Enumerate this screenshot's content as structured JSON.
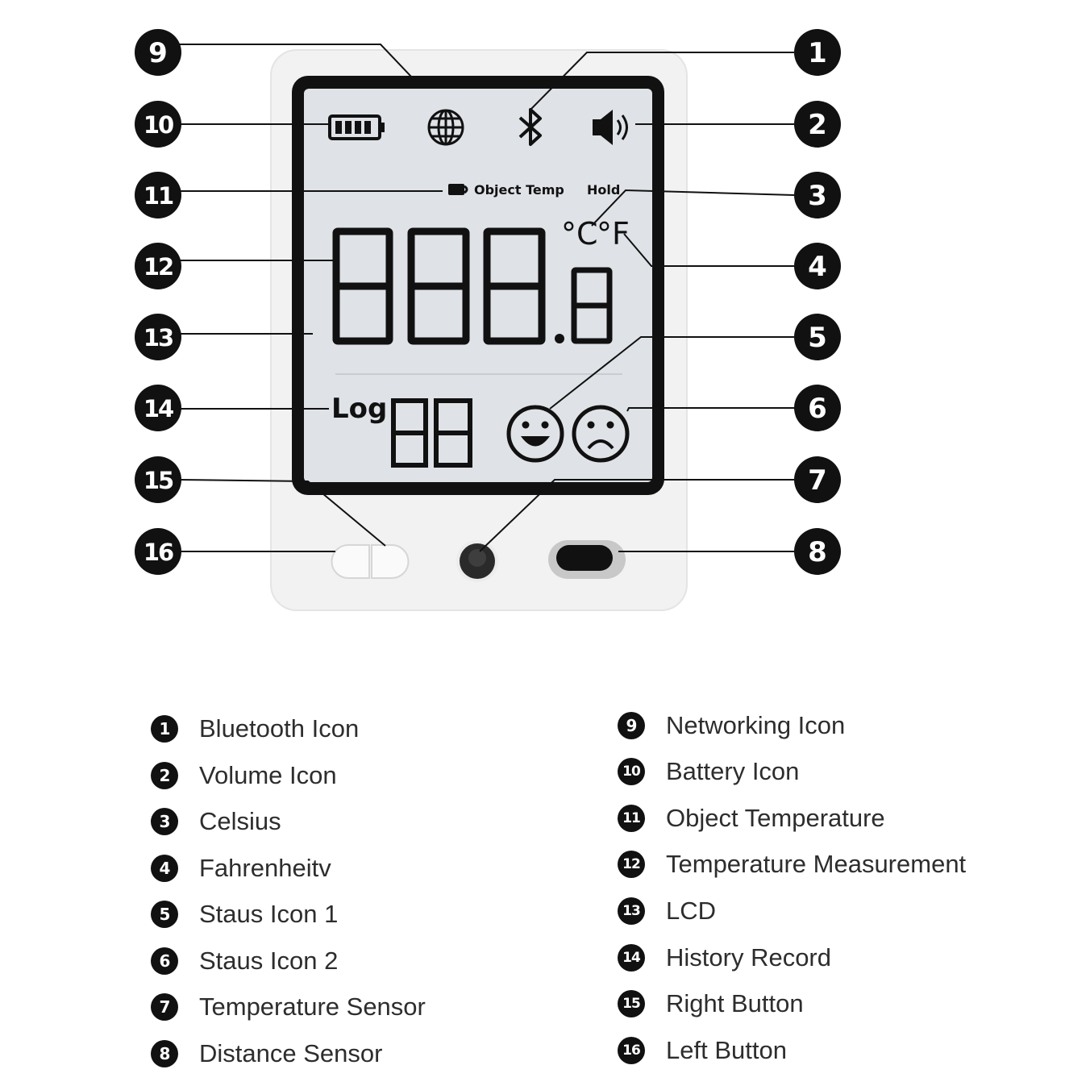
{
  "lcd": {
    "object_temp_label": "Object Temp",
    "hold_label": "Hold",
    "celsius_symbol": "°C",
    "fahrenheit_symbol": "°F",
    "main_reading": "888.8",
    "log_label": "Log",
    "log_reading": "88"
  },
  "callouts": [
    {
      "num": "1",
      "label": "Bluetooth Icon"
    },
    {
      "num": "2",
      "label": "Volume Icon"
    },
    {
      "num": "3",
      "label": "Celsius"
    },
    {
      "num": "4",
      "label": "Fahrenheitv"
    },
    {
      "num": "5",
      "label": "Staus Icon 1"
    },
    {
      "num": "6",
      "label": "Staus Icon 2"
    },
    {
      "num": "7",
      "label": "Temperature Sensor"
    },
    {
      "num": "8",
      "label": "Distance Sensor"
    },
    {
      "num": "9",
      "label": "Networking Icon"
    },
    {
      "num": "10",
      "label": "Battery Icon"
    },
    {
      "num": "11",
      "label": "Object Temperature"
    },
    {
      "num": "12",
      "label": "Temperature Measurement"
    },
    {
      "num": "13",
      "label": "LCD"
    },
    {
      "num": "14",
      "label": "History Record"
    },
    {
      "num": "15",
      "label": "Right Button"
    },
    {
      "num": "16",
      "label": "Left Button"
    }
  ],
  "colors": {
    "badge": "#111111",
    "screen": "#dfe2e6",
    "bezel": "#111111",
    "body": "#f1f1f1"
  }
}
